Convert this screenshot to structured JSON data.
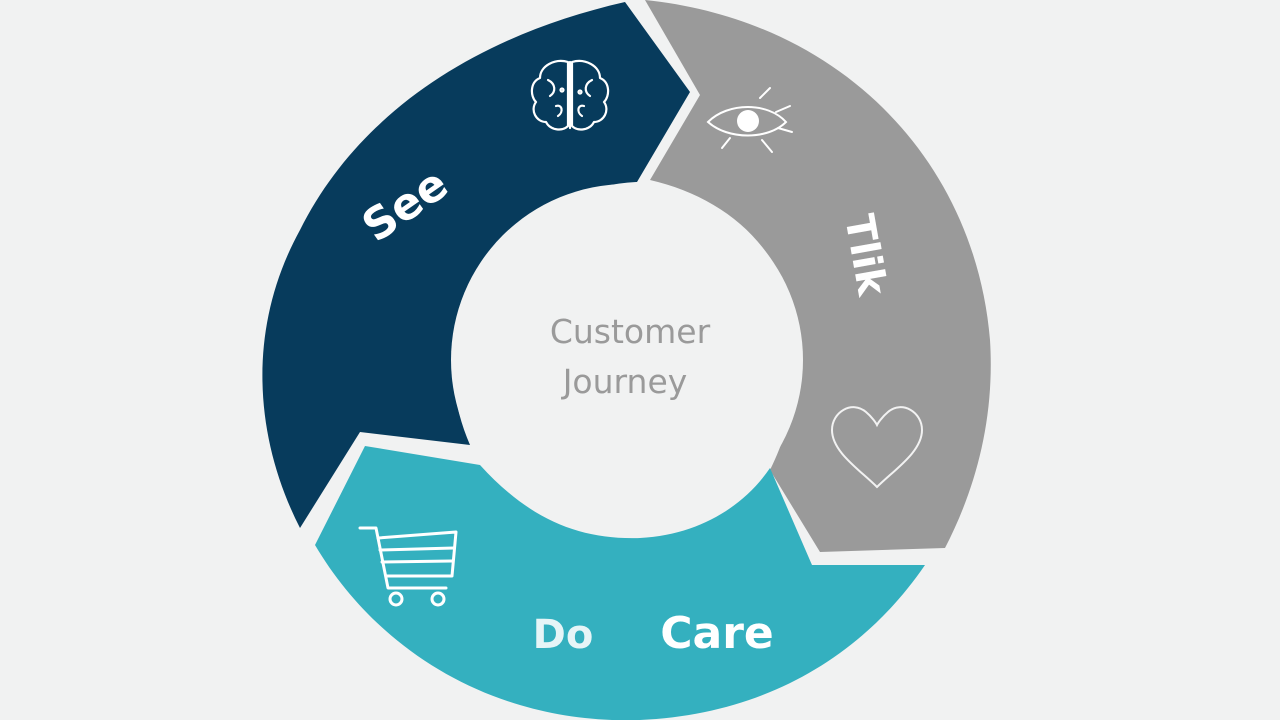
{
  "center": {
    "line1": "Customer",
    "line2": "Journey"
  },
  "segments": [
    {
      "id": "see",
      "label": "See",
      "color": "#073b5c",
      "icon": "brain-icon"
    },
    {
      "id": "think",
      "label": "Tlik",
      "color": "#9a9a9a",
      "icon": "eye-icon"
    },
    {
      "id": "do",
      "label": "Do",
      "color": "#34b0bf",
      "icon": "shopping-cart-icon"
    },
    {
      "id": "care",
      "label": "Care",
      "color": "#34b0bf",
      "icon": "heart-icon"
    }
  ],
  "colors": {
    "background": "#f1f2f2",
    "navy": "#073b5c",
    "grey": "#9a9a9a",
    "teal": "#34b0bf",
    "center_fill": "#f1f2f2"
  }
}
